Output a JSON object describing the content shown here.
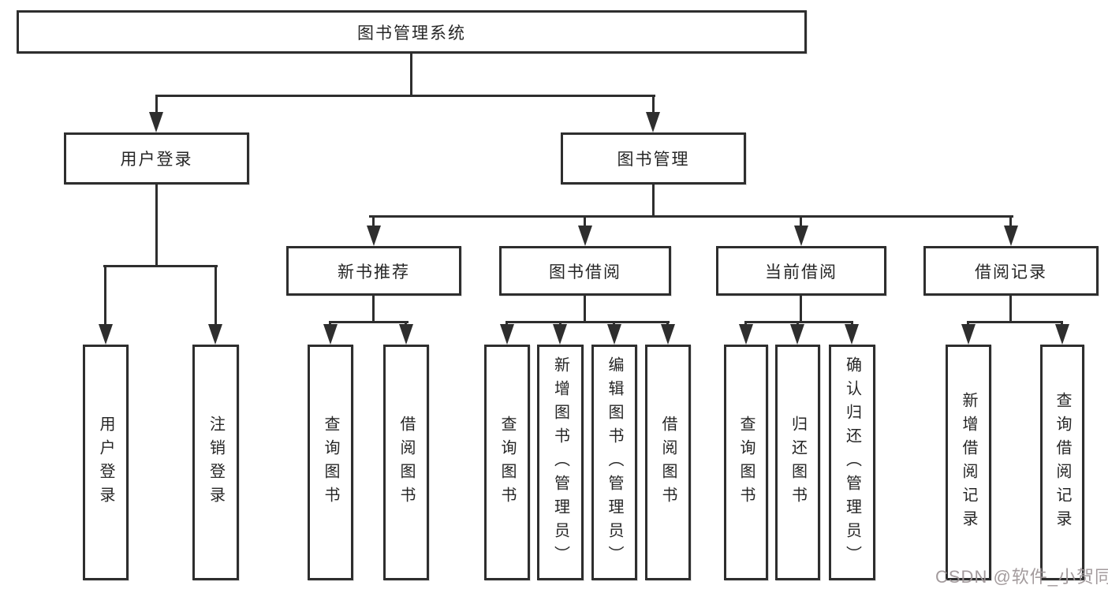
{
  "page": {
    "background_color": "#ffffff",
    "line_color": "#2e2e2e",
    "box_border_color": "#2e2e2e",
    "text_color": "#262626"
  },
  "diagram": {
    "title": "图书管理系统",
    "branches": [
      {
        "label": "用户登录",
        "children": [
          "用户登录",
          "注销登录"
        ]
      },
      {
        "label": "图书管理",
        "children": [
          {
            "label": "新书推荐",
            "children": [
              "查询图书",
              "借阅图书"
            ]
          },
          {
            "label": "图书借阅",
            "children": [
              "查询图书",
              "新增图书（管理员）",
              "编辑图书（管理员）",
              "借阅图书"
            ]
          },
          {
            "label": "当前借阅",
            "children": [
              "查询图书",
              "归还图书",
              "确认归还（管理员）"
            ]
          },
          {
            "label": "借阅记录",
            "children": [
              "新增借阅记录",
              "查询借阅记录"
            ]
          }
        ]
      }
    ]
  },
  "watermark": {
    "text": "CSDN @软件_小贺同学",
    "color": "#9e9698"
  }
}
